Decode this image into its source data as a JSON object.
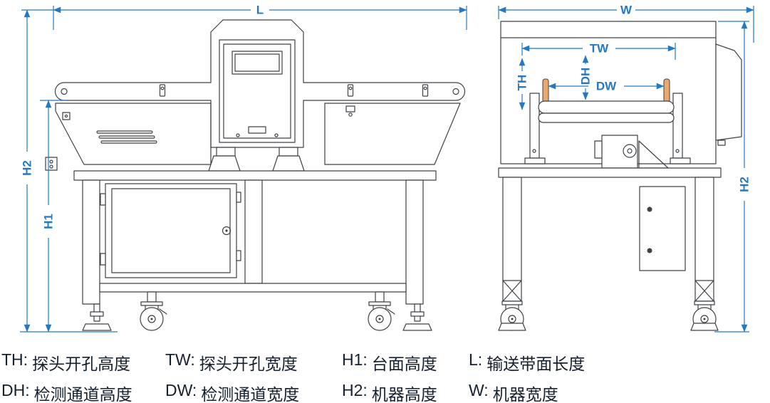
{
  "colors": {
    "dimension": "#2679c0",
    "line": "#3d4247",
    "belt_guide": "#eaa96e",
    "legend_text": "#16202e"
  },
  "front_view": {
    "label_length": "L",
    "label_machine_height": "H2",
    "label_table_height": "H1"
  },
  "side_view": {
    "label_width": "W",
    "label_aperture_width": "TW",
    "label_aperture_height": "TH",
    "label_channel_height": "DH",
    "label_channel_width": "DW",
    "label_machine_height": "H2"
  },
  "legend": {
    "row1": [
      {
        "key": "TH:",
        "desc": "探头开孔高度"
      },
      {
        "key": "TW:",
        "desc": "探头开孔宽度"
      },
      {
        "key": "H1:",
        "desc": "台面高度"
      },
      {
        "key": "L:",
        "desc": "输送带面长度"
      }
    ],
    "row2": [
      {
        "key": "DH:",
        "desc": "检测通道高度"
      },
      {
        "key": "DW:",
        "desc": "检测通道宽度"
      },
      {
        "key": "H2:",
        "desc": "机器高度"
      },
      {
        "key": "W:",
        "desc": "机器宽度"
      }
    ]
  }
}
